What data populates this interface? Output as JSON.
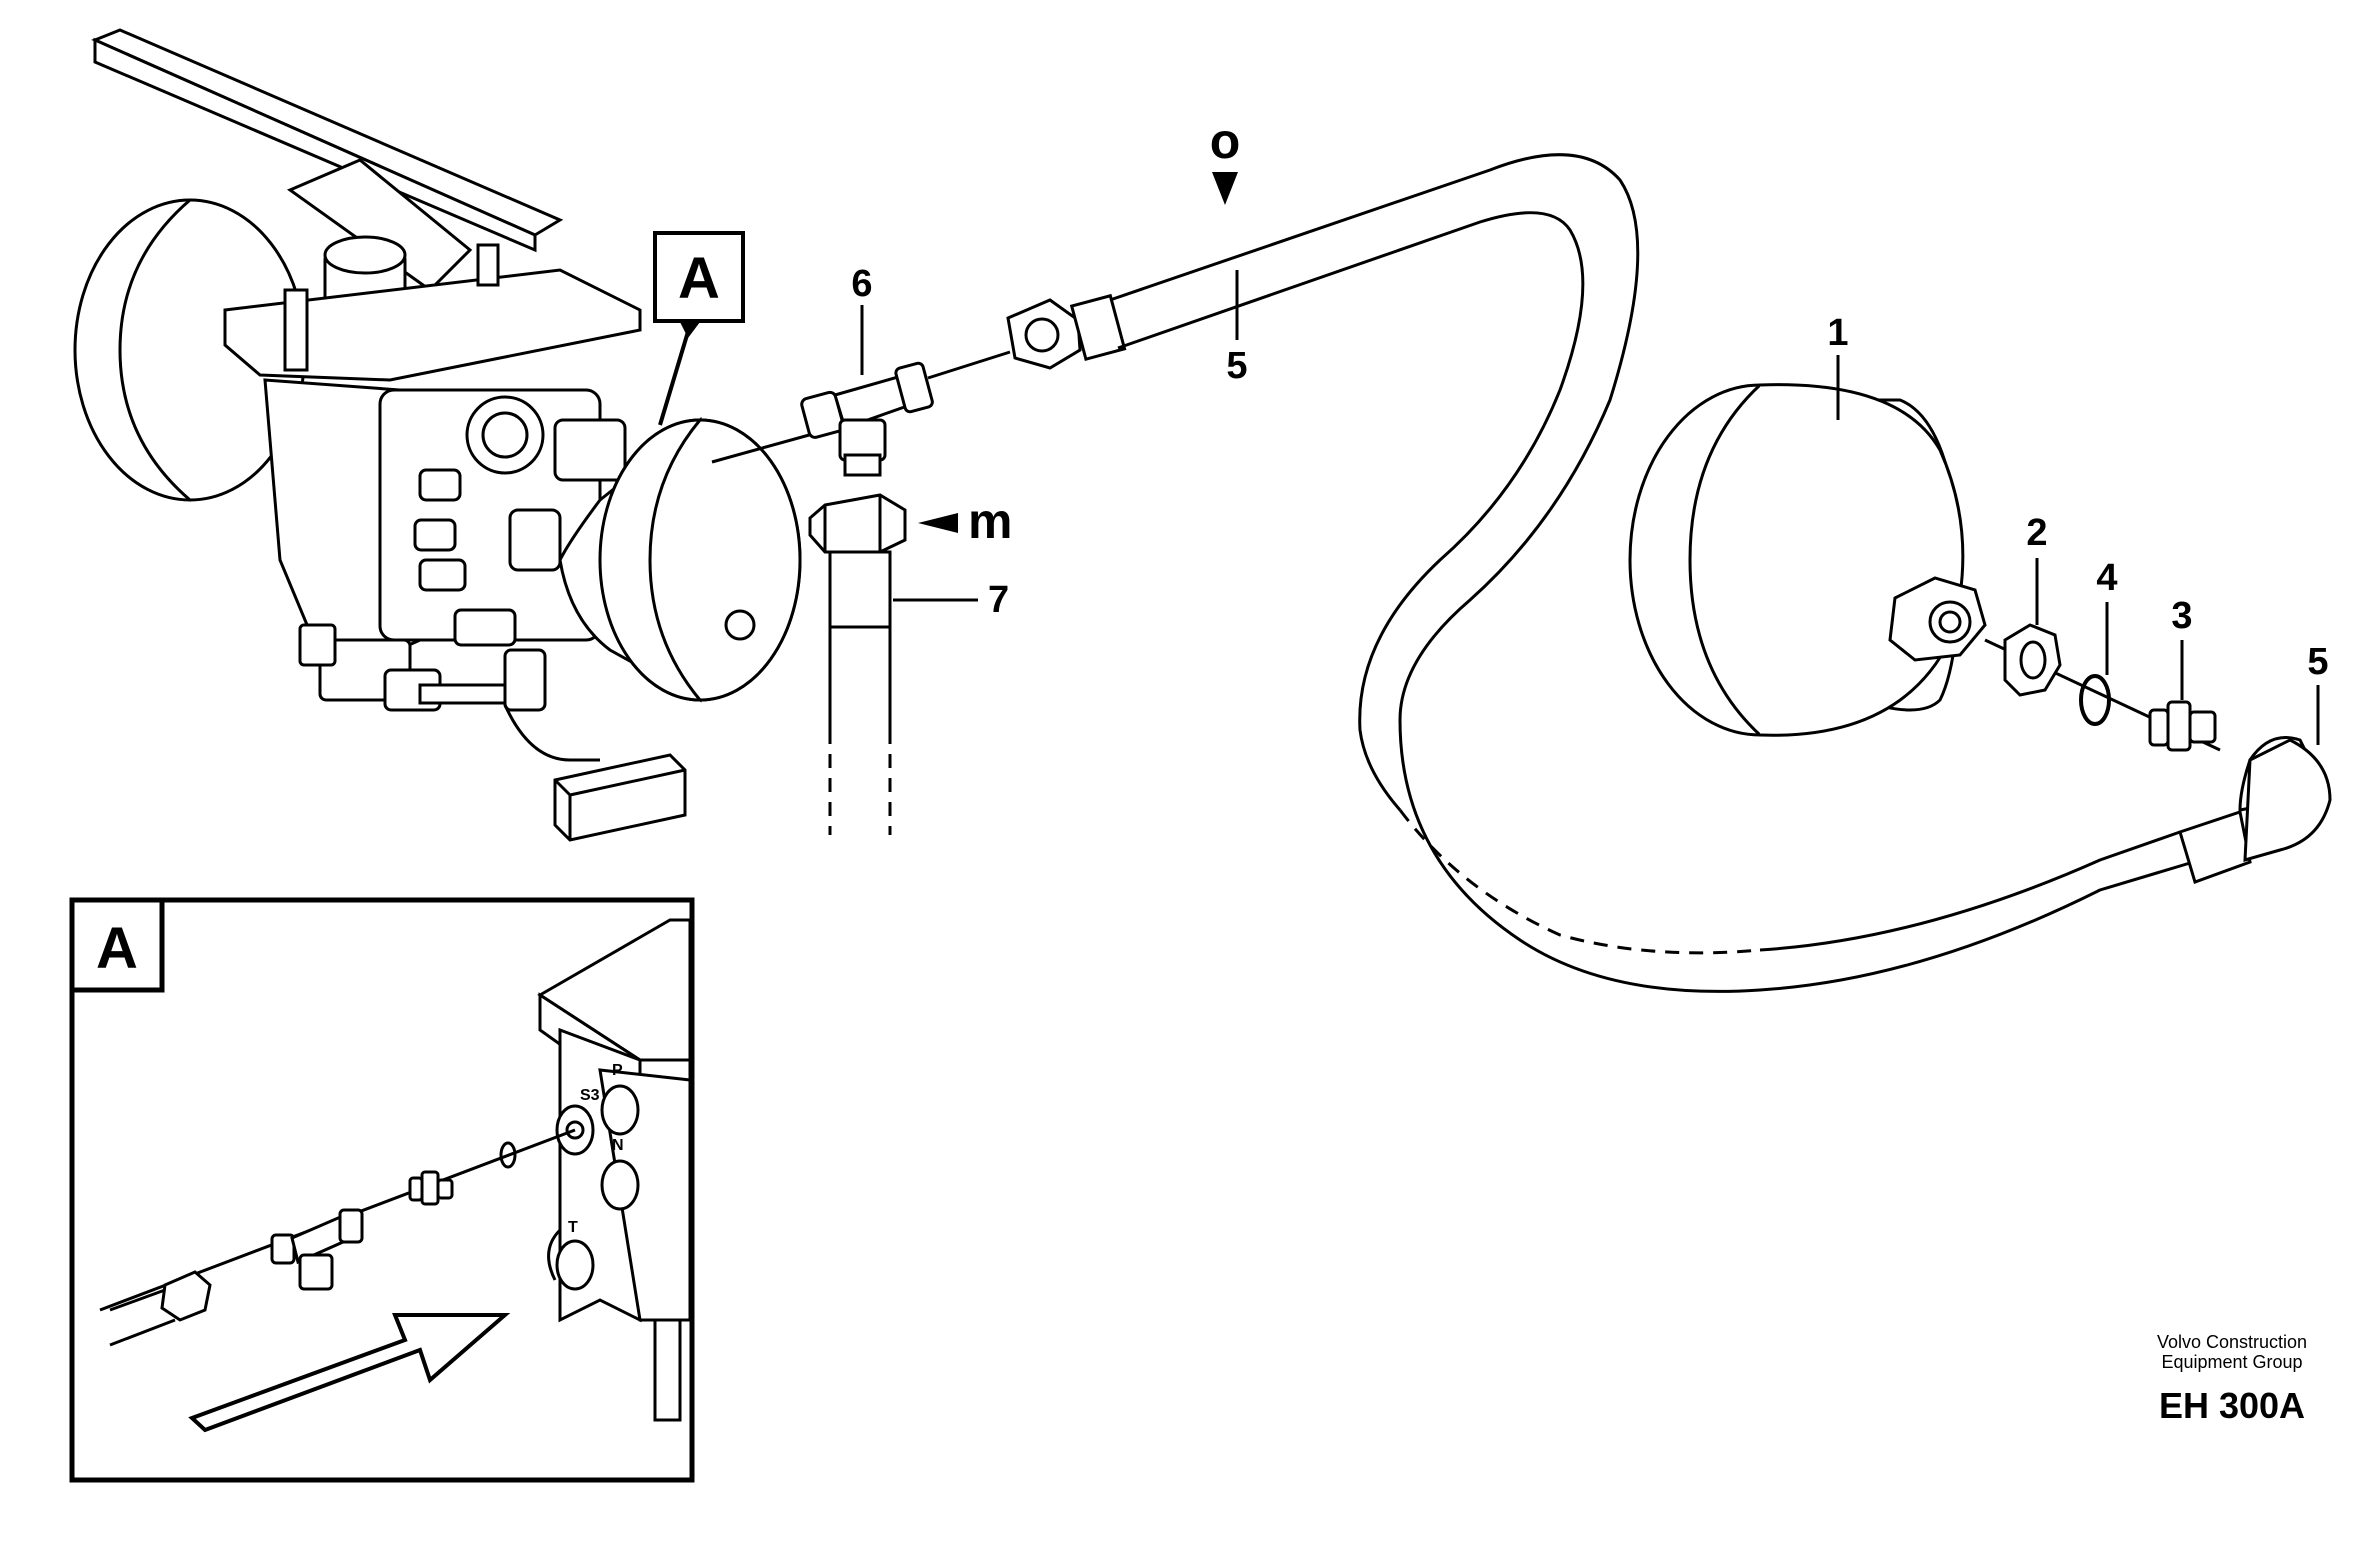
{
  "callouts": {
    "view_a": "A",
    "inset_a": "A",
    "o": "o",
    "m": "m",
    "p1": "1",
    "p2": "2",
    "p3": "3",
    "p4": "4",
    "p5_top": "5",
    "p5_right": "5",
    "p6": "6",
    "p7": "7"
  },
  "port_labels": {
    "s3": "S3",
    "p": "P",
    "n": "N",
    "t": "T"
  },
  "footer": {
    "company_line1": "Volvo Construction",
    "company_line2": "Equipment Group",
    "drawing_code": "EH 300A"
  }
}
